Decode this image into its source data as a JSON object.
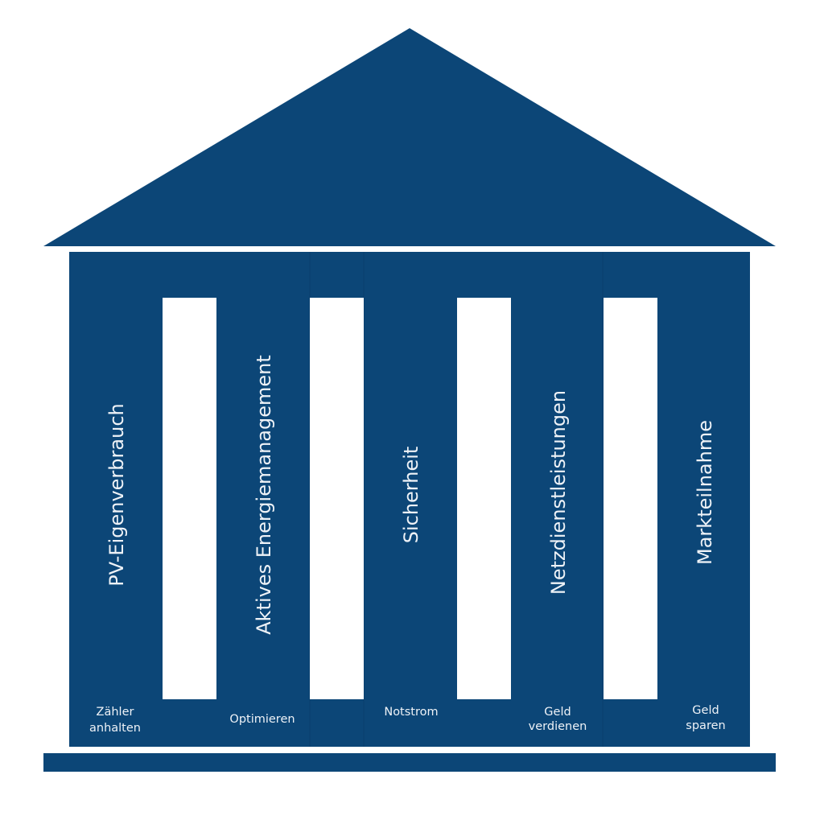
{
  "colors": {
    "primary": "#0c4677",
    "background": "#ffffff",
    "text": "#eef2f7"
  },
  "pillars": [
    {
      "label": "PV-Eigenverbrauch",
      "caption": [
        "Zähler",
        "anhalten"
      ]
    },
    {
      "label": "Aktives Energiemanagement",
      "caption": [
        "Optimieren"
      ]
    },
    {
      "label": "Sicherheit",
      "caption": [
        "Notstrom"
      ]
    },
    {
      "label": "Netzdienstleistungen",
      "caption": [
        "Geld",
        "verdienen"
      ]
    },
    {
      "label": "Markteilnahme",
      "caption": [
        "Geld",
        "sparen"
      ]
    }
  ]
}
